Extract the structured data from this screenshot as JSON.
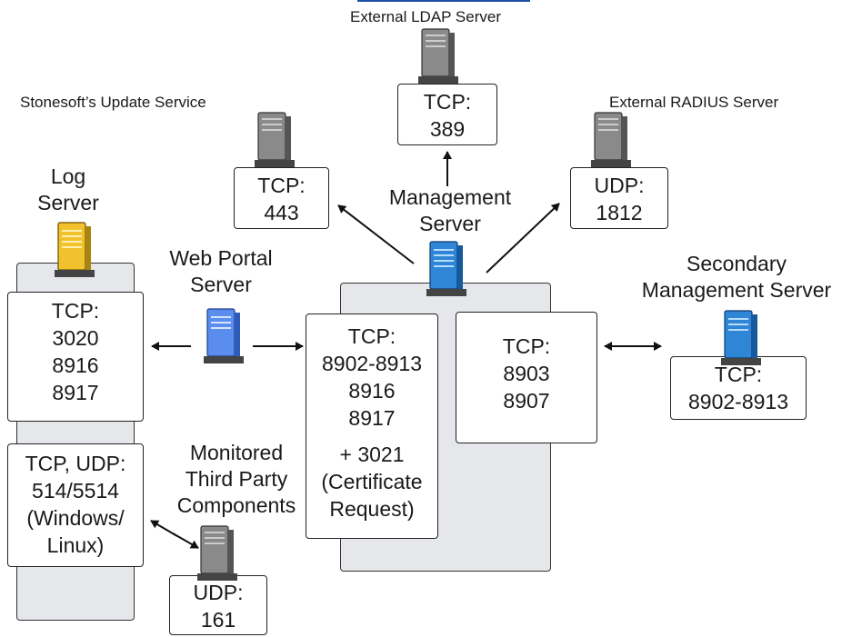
{
  "labels": {
    "ldap": "External LDAP Server",
    "update": "Stonesoft’s Update Service",
    "radius": "External RADIUS Server",
    "log": [
      "Log",
      "Server"
    ],
    "mgmt": [
      "Management",
      "Server"
    ],
    "webportal": [
      "Web Portal",
      "Server"
    ],
    "secondary": [
      "Secondary",
      "Management Server"
    ],
    "monitored": [
      "Monitored",
      "Third Party",
      "Components"
    ]
  },
  "boxes": {
    "ldap": [
      "TCP:",
      "389"
    ],
    "update": [
      "TCP:",
      "443"
    ],
    "radius": [
      "UDP:",
      "1812"
    ],
    "log_tcp": [
      "TCP:",
      "3020",
      "8916",
      "8917"
    ],
    "log_udp": [
      "TCP, UDP:",
      "514/5514",
      "(Windows/",
      "Linux)"
    ],
    "mgmt_main": [
      "TCP:",
      "8902-8913",
      "8916",
      "8917"
    ],
    "mgmt_cert": [
      "+ 3021",
      "(Certificate",
      "Request)"
    ],
    "mgmt_secondary": [
      "TCP:",
      "8903",
      "8907"
    ],
    "secondary": [
      "TCP:",
      "8902-8913"
    ],
    "snmp": [
      "UDP:",
      "161"
    ]
  },
  "colors": {
    "server_gray": "#7d7d7d",
    "server_yellow": "#f2c12e",
    "server_blue": "#2f86d6",
    "server_lightblue": "#5b8def",
    "panel": "#e5e7eb"
  }
}
